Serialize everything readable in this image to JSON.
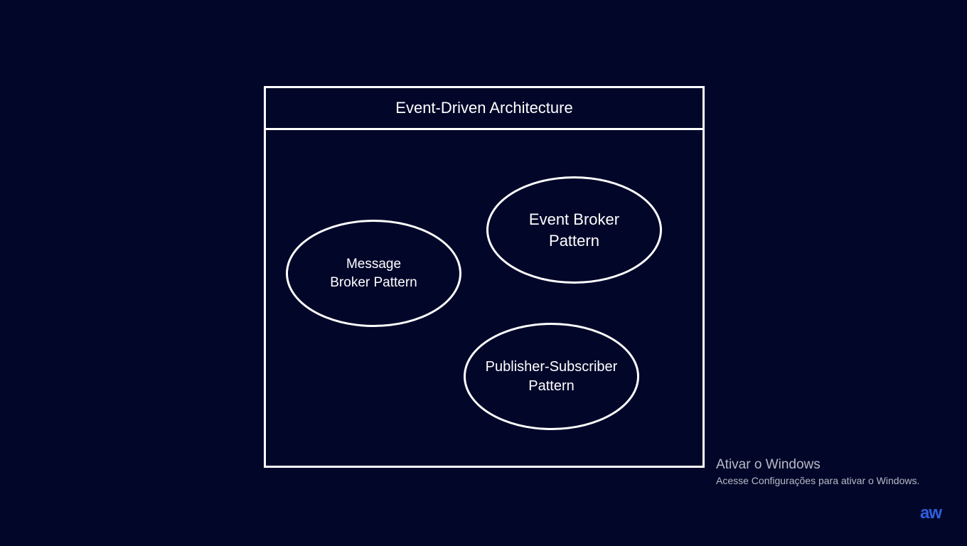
{
  "diagram": {
    "title": "Event-Driven Architecture",
    "nodes": {
      "message_broker": "Message\nBroker Pattern",
      "event_broker": "Event Broker\nPattern",
      "pub_sub": "Publisher-Subscriber\nPattern"
    }
  },
  "watermark": {
    "title": "Ativar o Windows",
    "subtitle": "Acesse Configurações para ativar o Windows."
  },
  "logo": {
    "text": "aw",
    "color": "#2f5fe0"
  },
  "colors": {
    "background": "#02072a",
    "stroke": "#ffffff"
  }
}
